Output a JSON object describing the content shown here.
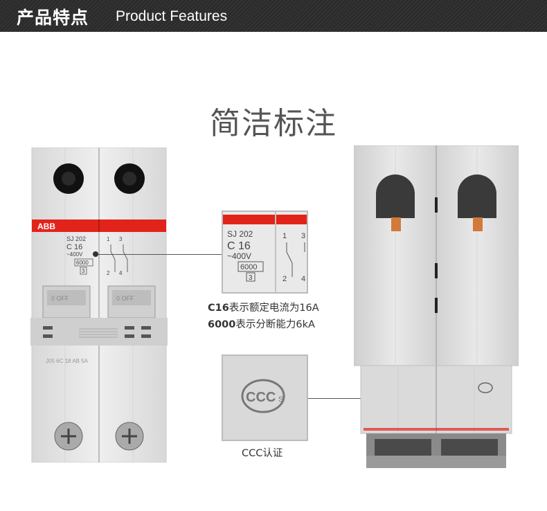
{
  "header": {
    "title_cn": "产品特点",
    "title_en": "Product Features"
  },
  "main_title": "简洁标注",
  "breaker": {
    "brand": "ABB",
    "model": "SJ 202",
    "rating": "C 16",
    "voltage": "~400V",
    "capacity": "6000",
    "class": "3",
    "terminals_top": [
      "1",
      "3"
    ],
    "terminals_bottom": [
      "2",
      "4"
    ],
    "switch_labels": [
      "0 OFF",
      "0 OFF"
    ],
    "codes": "J05  6C  18  AB  5A"
  },
  "zoom_text": {
    "model": "SJ 202",
    "rating": "C 16",
    "voltage": "~400V",
    "capacity": "6000",
    "class": "3",
    "terminal_top_1": "1",
    "terminal_top_2": "3",
    "terminal_bottom_1": "2",
    "terminal_bottom_2": "4"
  },
  "descriptions": [
    {
      "bold": "C16",
      "text": "表示额定电流为16A"
    },
    {
      "bold": "6000",
      "text": "表示分断能力6kA"
    }
  ],
  "ccc": {
    "mark": "CCC",
    "sub": "S",
    "label": "CCC认证"
  },
  "colors": {
    "abb_red": "#e2231a",
    "header_bg": "#2e2e2e",
    "body_grey": "#e6e6e6"
  }
}
